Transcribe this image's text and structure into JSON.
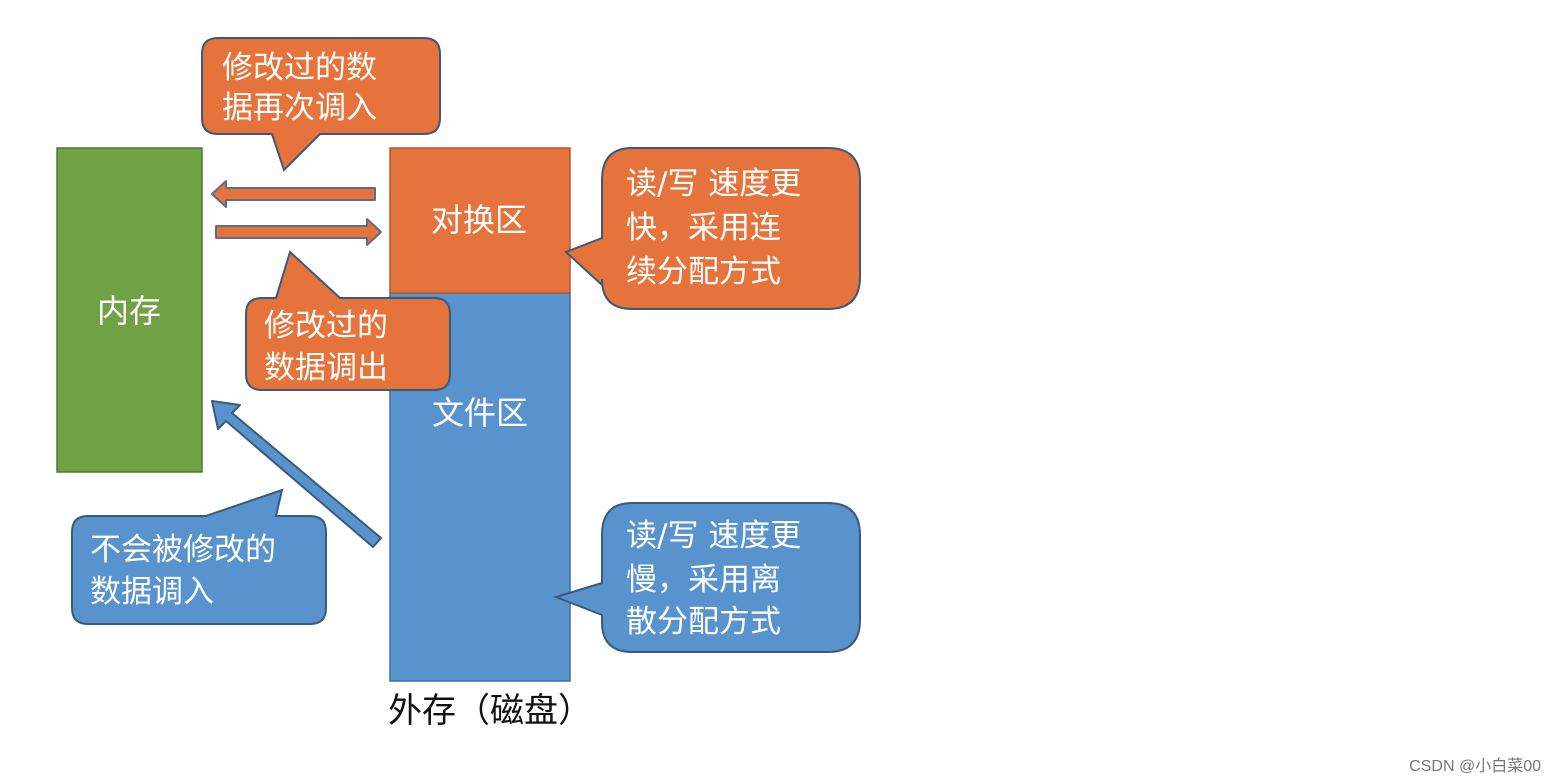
{
  "colors": {
    "green": "#70a145",
    "orange": "#e5733b",
    "blue": "#5893ce",
    "callout_stroke": "#3b5a7a"
  },
  "memory": {
    "label": "内存"
  },
  "swap_area": {
    "label": "对换区"
  },
  "file_area": {
    "label": "文件区"
  },
  "disk_caption": "外存（磁盘）",
  "callouts": {
    "swap_in": [
      "修改过的数",
      "据再次调入"
    ],
    "swap_out": [
      "修改过的",
      "数据调出"
    ],
    "swap_speed": [
      "读/写 速度更",
      "快，采用连",
      "续分配方式"
    ],
    "file_speed": [
      "读/写 速度更",
      "慢，采用离",
      "散分配方式"
    ],
    "file_in": [
      "不会被修改的",
      "数据调入"
    ]
  },
  "watermark": "CSDN @小白菜00"
}
